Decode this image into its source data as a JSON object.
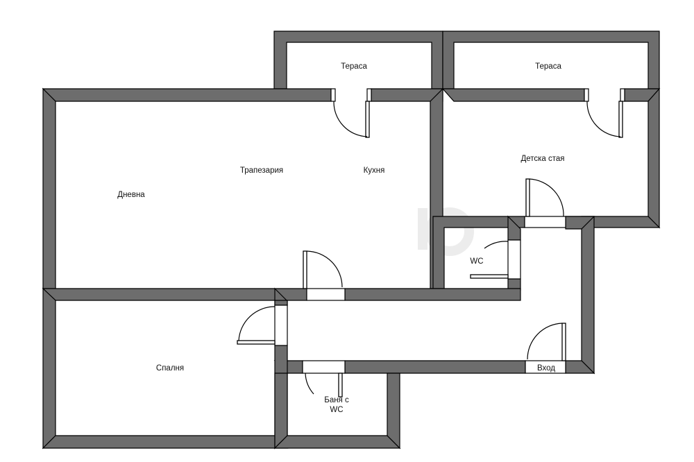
{
  "colors": {
    "wall": "#6d6d6d",
    "outline": "#000000",
    "background": "#ffffff"
  },
  "rooms": {
    "terrace_left": "Тераса",
    "terrace_right": "Тераса",
    "dining": "Трапезария",
    "kitchen": "Кухня",
    "living": "Дневна",
    "kids_room": "Детска стая",
    "wc": "WC",
    "bedroom": "Спалня",
    "bathroom_line1": "Баня с",
    "bathroom_line2": "WC",
    "entrance": "Вход"
  }
}
